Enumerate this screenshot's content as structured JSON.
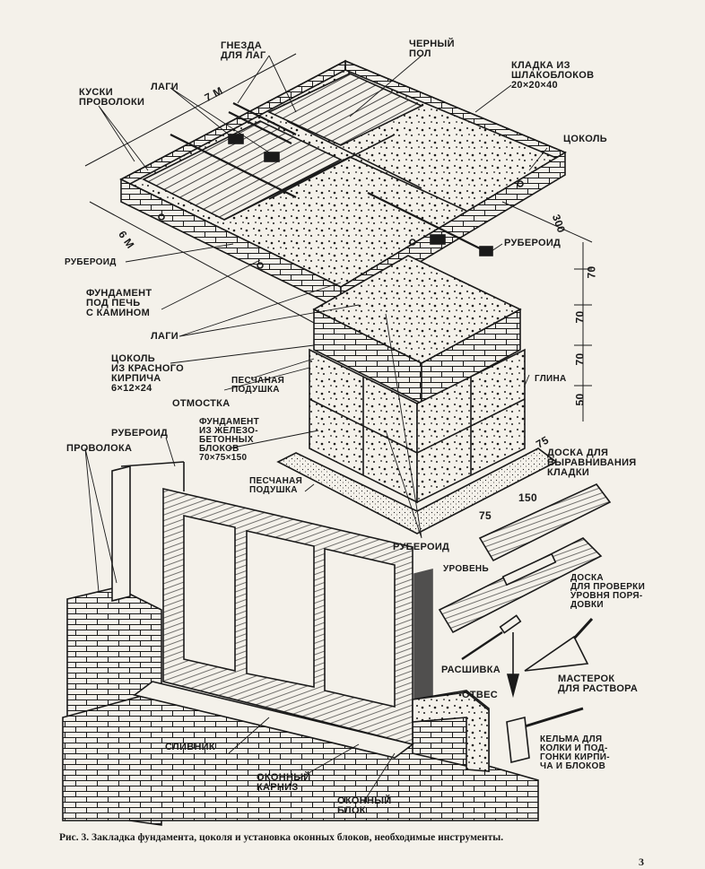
{
  "labels": {
    "gnezda": "ГНЕЗДА\nДЛЯ ЛАГ",
    "cherny_pol": "ЧЕРНЫЙ\nПОЛ",
    "kladka": "КЛАДКА ИЗ\nШЛАКОБЛОКОВ\n20×20×40",
    "kuski": "КУСКИ\nПРОВОЛОКИ",
    "lagi_top": "ЛАГИ",
    "dim_7m": "7 М",
    "tsokol": "ЦОКОЛЬ",
    "dim_6m": "6 М",
    "ruberoid_left": "РУБЕРОИД",
    "dim_300": "300",
    "ruberoid_right": "РУБЕРОИД",
    "fundament_pech": "ФУНДАМЕНТ\nПОД ПЕЧЬ\nС КАМИНОМ",
    "lagi_mid": "ЛАГИ",
    "dim_70a": "70",
    "dim_70b": "70",
    "dim_70c": "70",
    "dim_50": "50",
    "tsokol_krasny": "ЦОКОЛЬ\nИЗ КРАСНОГО\nКИРПИЧА\n6×12×24",
    "glina": "ГЛИНА",
    "otmostka": "ОТМОСТКА",
    "pesch_podushka_1": "ПЕСЧАНАЯ\nПОДУШКА",
    "ruberoid_win": "РУБЕРОИД",
    "fundament_zhb": "ФУНДАМЕНТ\nИЗ ЖЕЛЕЗО-\nБЕТОННЫХ\nБЛОКОВ\n70×75×150",
    "provoloka": "ПРОВОЛОКА",
    "dim_75a": "75",
    "doska_vyr": "ДОСКА ДЛЯ\nВЫРАВНИВАНИЯ\nКЛАДКИ",
    "dim_150": "150",
    "pesch_podushka_2": "ПЕСЧАНАЯ\nПОДУШКА",
    "dim_75b": "75",
    "ruberoid_bottom": "РУБЕРОИД",
    "uroven": "УРОВЕНЬ",
    "doska_prov": "ДОСКА\nДЛЯ ПРОВЕРКИ\nУРОВНЯ ПОРЯ-\nДОВКИ",
    "rasshivka": "РАСШИВКА",
    "otves": "ОТВЕС",
    "masterok": "МАСТЕРОК\nДЛЯ РАСТВОРА",
    "slivnik": "СЛИВНИК",
    "kelma": "КЕЛЬМА ДЛЯ\nКОЛКИ И ПОД-\nГОНКИ КИРПИ-\nЧА И БЛОКОВ",
    "okonny_karniz": "ОКОННЫЙ\nКАРНИЗ",
    "okonny_blok": "ОКОННЫЙ\nБЛОК"
  },
  "caption": "Рис. 3. Закладка фундамента, цоколя и установка оконных блоков, необходимые инструменты.",
  "page_number": "3",
  "colors": {
    "ink": "#1a1a1a",
    "paper": "#f4f1ea"
  }
}
